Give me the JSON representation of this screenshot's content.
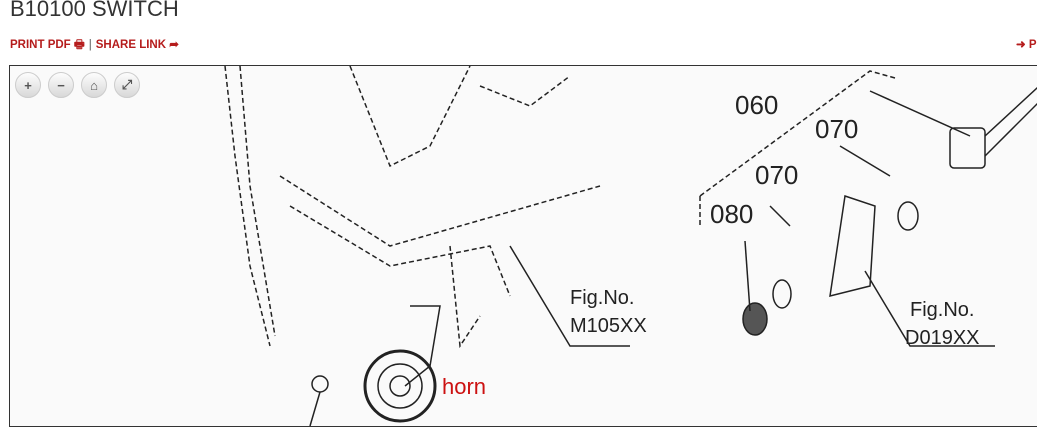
{
  "header": {
    "title": "B10100 SWITCH",
    "print_pdf": "PRINT PDF",
    "share_link": "SHARE LINK",
    "prev_link": "P"
  },
  "viewer": {
    "controls": [
      "+",
      "−",
      "⌂",
      "⤢"
    ],
    "callouts": {
      "c060": "060",
      "c070a": "070",
      "c070b": "070",
      "c080": "080",
      "fig1a": "Fig.No.",
      "fig1b": "M105XX",
      "fig2a": "Fig.No.",
      "fig2b": "D019XX",
      "horn": "horn"
    }
  },
  "colors": {
    "accent": "#b51c1c",
    "annotation": "#cc1111"
  }
}
